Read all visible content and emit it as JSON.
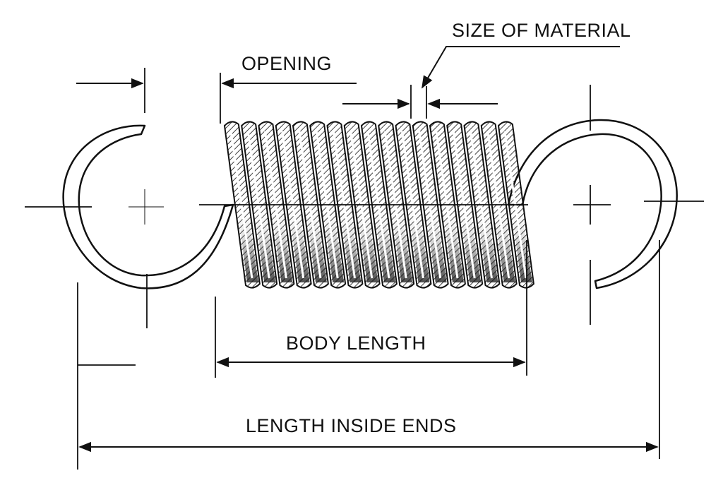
{
  "labels": {
    "size_of_material": "SIZE OF MATERIAL",
    "opening": "OPENING",
    "body_length": "BODY LENGTH",
    "length_inside_ends": "LENGTH INSIDE ENDS"
  },
  "spring": {
    "coil_count": 17
  },
  "colors": {
    "ink": "#111111",
    "background": "#ffffff"
  }
}
